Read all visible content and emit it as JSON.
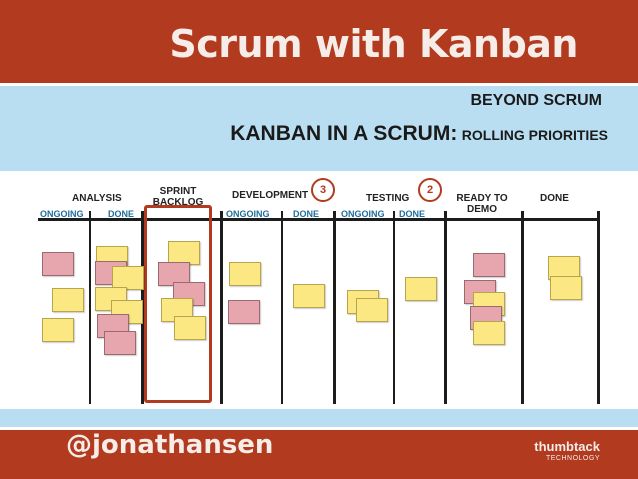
{
  "header": {
    "title": "Scrum with Kanban"
  },
  "subheader": {
    "line1": "BEYOND SCRUM",
    "line2_big": "KANBAN IN A SCRUM:",
    "line2_small": "ROLLING PRIORITIES"
  },
  "board": {
    "columns": {
      "analysis": "ANALYSIS",
      "sprint_backlog_1": "SPRINT",
      "sprint_backlog_2": "BACKLOG",
      "development": "DEVELOPMENT",
      "testing": "TESTING",
      "ready_to_demo_1": "READY TO",
      "ready_to_demo_2": "DEMO",
      "done": "DONE"
    },
    "subcolumns": {
      "analysis_ongoing": "ONGOING",
      "analysis_done": "DONE",
      "dev_ongoing": "ONGOING",
      "dev_done": "DONE",
      "test_ongoing": "ONGOING",
      "test_done": "DONE"
    },
    "wip_limits": {
      "development": "3",
      "testing": "2"
    },
    "colors": {
      "yellow_note": "#fbe883",
      "pink_note": "#e7a6ad",
      "accent": "#b13a1f",
      "sub_label": "#1e6e99"
    }
  },
  "footer": {
    "handle": "@jonathansen",
    "brand_name": "thumbtack",
    "brand_sub": "TECHNOLOGY"
  }
}
